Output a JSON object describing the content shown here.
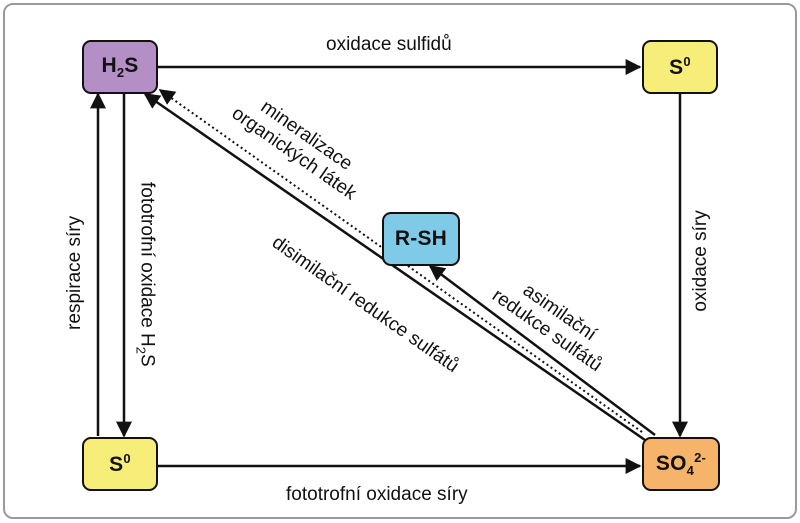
{
  "nodes": {
    "h2s": {
      "base": "H",
      "sub": "2",
      "rest": "S",
      "color": "#b48fc6"
    },
    "s0_top": {
      "base": "S",
      "sup": "0",
      "color": "#f7ee7a"
    },
    "rsh": {
      "base": "R-SH",
      "color": "#7fcbe7"
    },
    "s0_bottom": {
      "base": "S",
      "sup": "0",
      "color": "#f7ee7a"
    },
    "so4": {
      "base": "SO",
      "sub": "4",
      "sup": "2-",
      "color": "#f5b46a"
    }
  },
  "labels": {
    "oxidace_sulfidu": "oxidace sulfidů",
    "oxidace_siry": "oxidace síry",
    "fototrofni_oxidace_siry": "fototrofní oxidace síry",
    "respirace_siry": "respirace síry",
    "fototrofni_oxidace_h2s": {
      "text": "fototrofní oxidace H",
      "sub": "2",
      "tail": "S"
    },
    "mineralizace_line1": "mineralizace",
    "mineralizace_line2": "organických látek",
    "disimilacni": "disimilační redukce sulfátů",
    "asimilacni_line1": "asimilační",
    "asimilacni_line2": "redukce sulfátů"
  },
  "colors": {
    "border": "#111111",
    "frame": "#9a9a9a"
  }
}
